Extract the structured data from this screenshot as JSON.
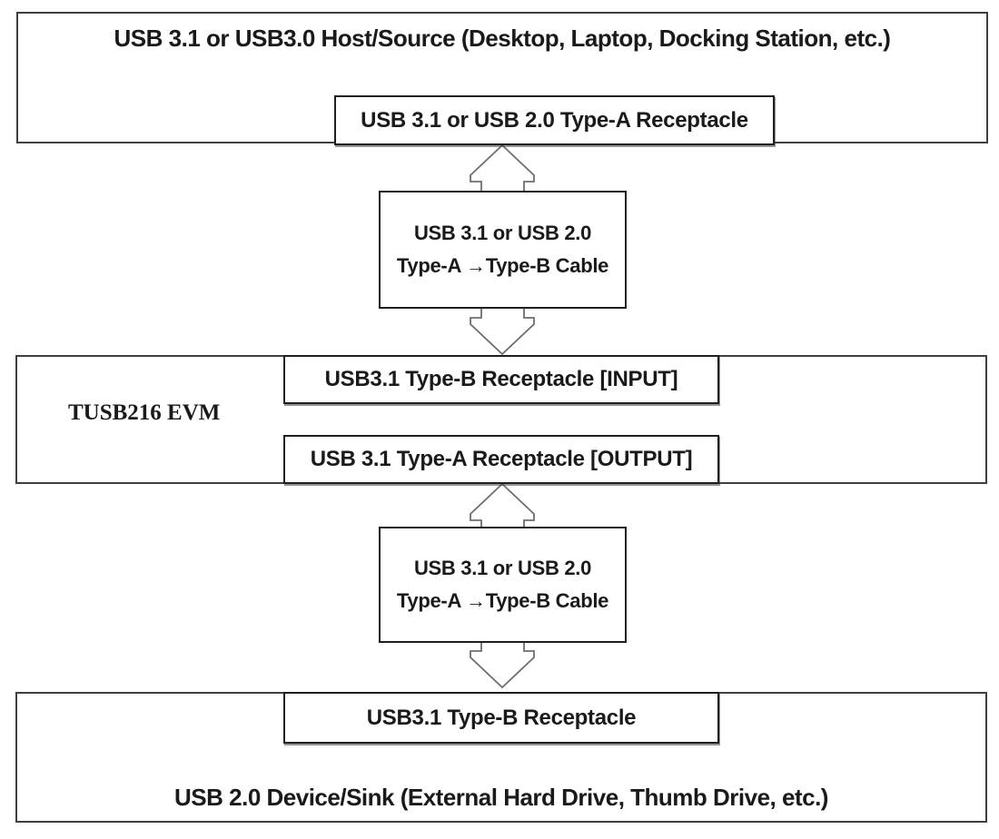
{
  "diagram": {
    "host": {
      "title": "USB 3.1 or USB3.0 Host/Source (Desktop, Laptop, Docking Station, etc.)",
      "receptacle_label": "USB 3.1 or USB 2.0 Type-A Receptacle"
    },
    "cable_top": {
      "line1": "USB 3.1 or USB 2.0",
      "line2": "Type-A →Type-B Cable"
    },
    "evm": {
      "label": "TUSB216 EVM",
      "input_label": "USB3.1 Type-B Receptacle [INPUT]",
      "output_label": "USB 3.1 Type-A Receptacle [OUTPUT]"
    },
    "cable_bottom": {
      "line1": "USB 3.1 or USB 2.0",
      "line2": "Type-A →Type-B Cable"
    },
    "device": {
      "receptacle_label": "USB3.1 Type-B Receptacle",
      "title": "USB 2.0 Device/Sink (External Hard Drive, Thumb Drive, etc.)"
    },
    "colors": {
      "outer_border": "#3f3f3f",
      "inner_border": "#1f1f1f",
      "arrow_outline": "#6e6e6e",
      "text": "#1a1a1a",
      "background": "#ffffff"
    }
  }
}
